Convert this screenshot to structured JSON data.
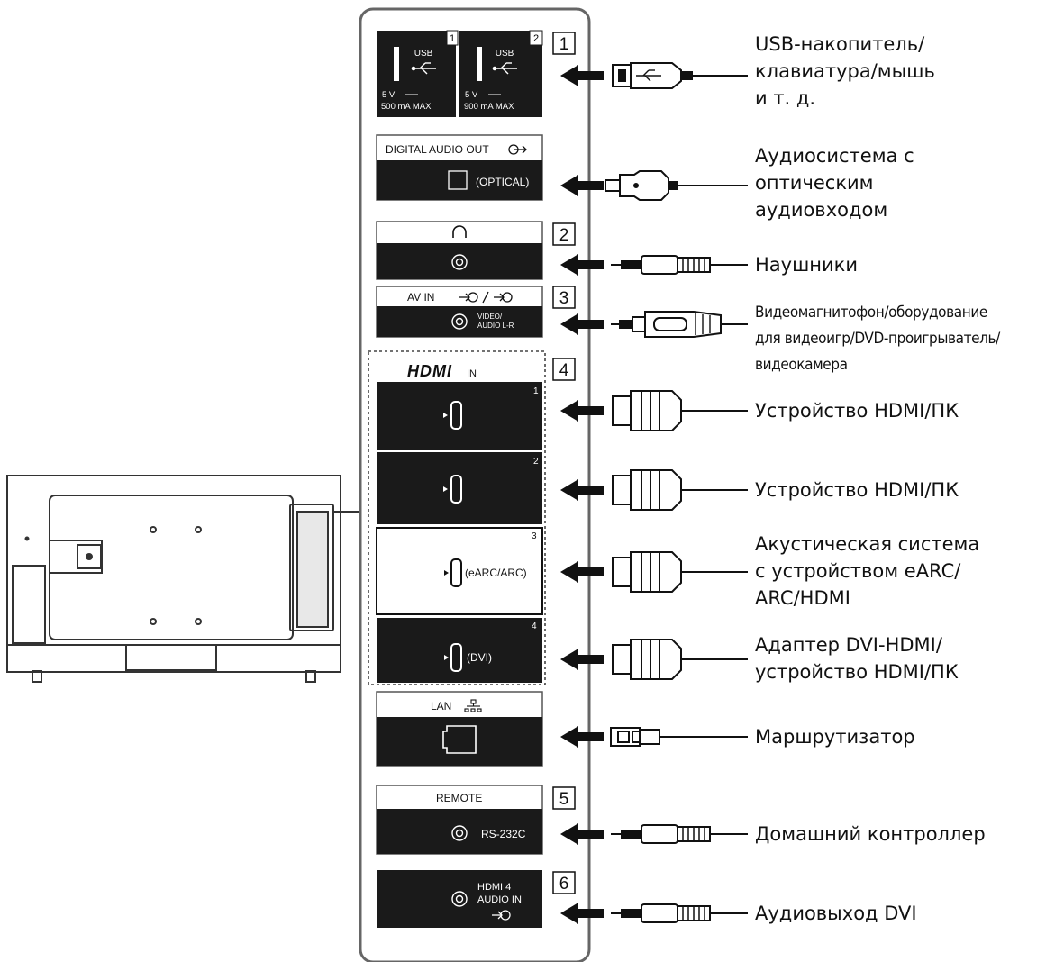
{
  "panel": {
    "usb": {
      "port1": {
        "title": "USB",
        "index": "1",
        "voltage": "5 V",
        "current": "500 mA MAX"
      },
      "port2": {
        "title": "USB",
        "index": "2",
        "voltage": "5 V",
        "current": "900 mA MAX"
      }
    },
    "digital_audio_out": {
      "title": "DIGITAL AUDIO OUT",
      "sub": "(OPTICAL)"
    },
    "av_in": {
      "title": "AV IN",
      "sub_line1": "VIDEO/",
      "sub_line2": "AUDIO L-R"
    },
    "hdmi": {
      "logo": "HDMI",
      "in": "IN",
      "ports": [
        {
          "index": "1",
          "label": ""
        },
        {
          "index": "2",
          "label": ""
        },
        {
          "index": "3",
          "label": "(eARC/ARC)"
        },
        {
          "index": "4",
          "label": "(DVI)"
        }
      ]
    },
    "lan": {
      "title": "LAN"
    },
    "remote": {
      "title": "REMOTE",
      "sub": "RS-232C"
    },
    "hdmi4_audio": {
      "line1": "HDMI 4",
      "line2": "AUDIO IN"
    },
    "markers": [
      "1",
      "2",
      "3",
      "4",
      "5",
      "6"
    ]
  },
  "labels": {
    "usb": [
      "USB-накопитель/",
      "клавиатура/мышь",
      "и т. д."
    ],
    "optical": [
      "Аудиосистема с",
      "оптическим",
      "аудиовходом"
    ],
    "headphones": [
      "Наушники"
    ],
    "av": [
      "Видеомагнитофон/оборудование",
      "для видеоигр/DVD-проигрыватель/",
      "видеокамера"
    ],
    "hdmi1": [
      "Устройство HDMI/ПК"
    ],
    "hdmi2": [
      "Устройство HDMI/ПК"
    ],
    "hdmi3": [
      "Акустическая система",
      "с устройством eARC/",
      "ARC/HDMI"
    ],
    "hdmi4": [
      "Адаптер DVI-HDMI/",
      "устройство HDMI/ПК"
    ],
    "lan": [
      "Маршрутизатор"
    ],
    "remote": [
      "Домашний контроллер"
    ],
    "dvi_audio": [
      "Аудиовыход DVI"
    ]
  },
  "colors": {
    "port_fill": "#1a1a1a",
    "line": "#111111",
    "frame": "#666666"
  },
  "icons": [
    "usb-icon",
    "headphone-icon",
    "input-icon",
    "output-icon",
    "lan-icon"
  ]
}
